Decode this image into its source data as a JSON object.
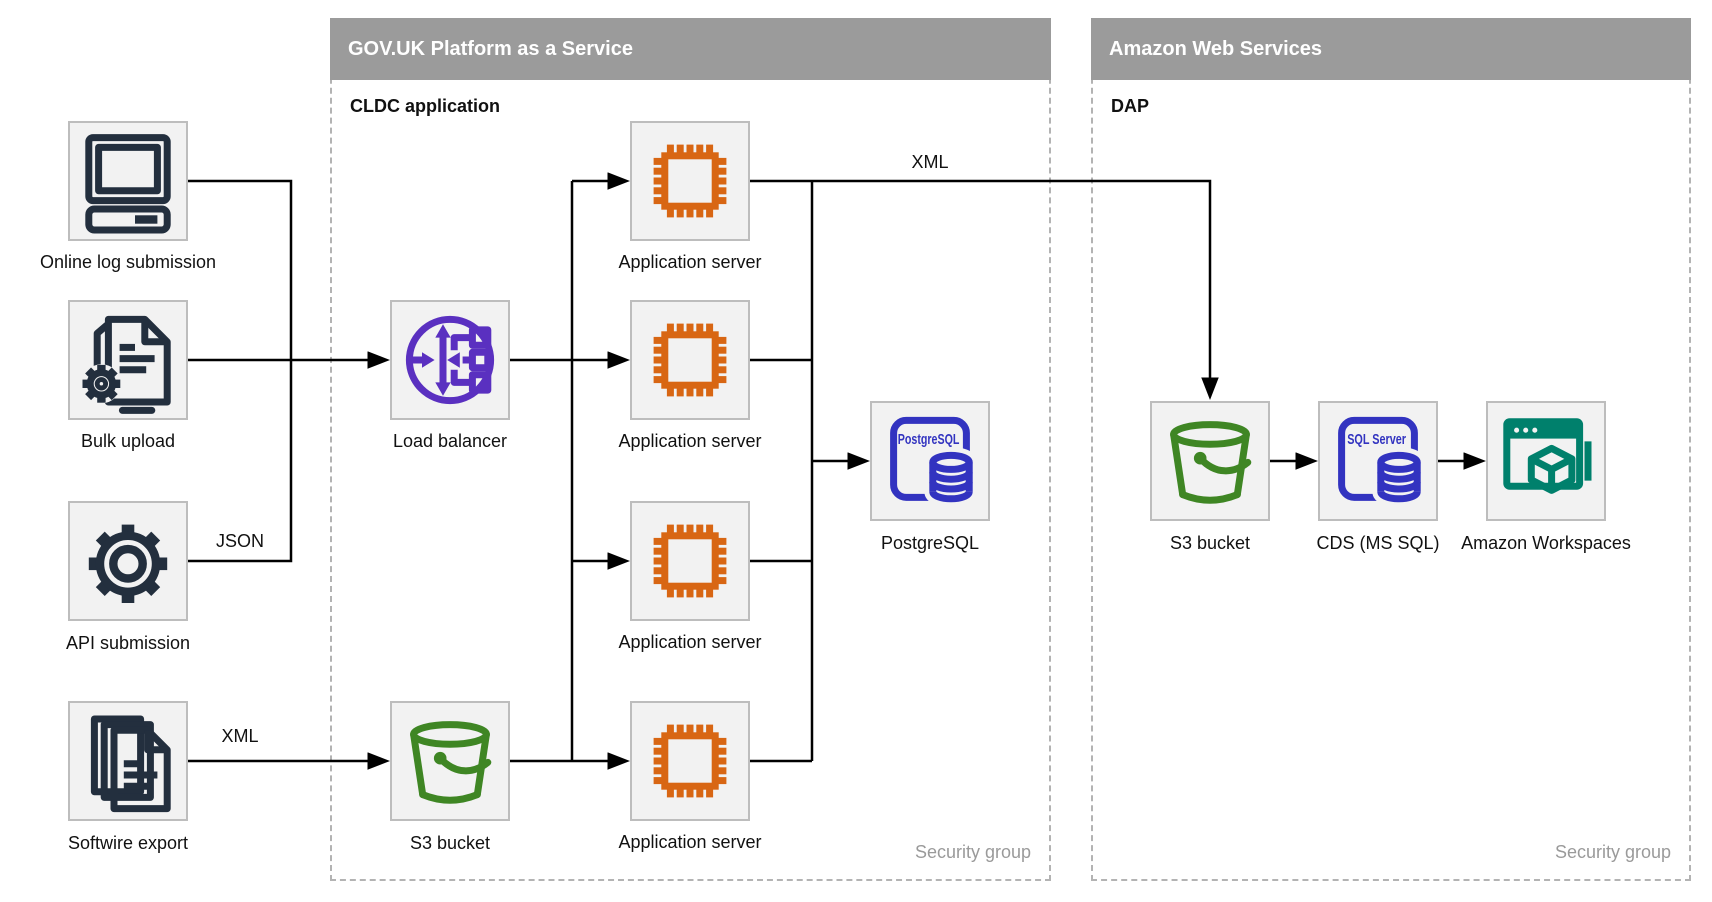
{
  "diagram": {
    "containers": {
      "paas": {
        "title": "GOV.UK Platform as a Service",
        "sublabel": "CLDC application",
        "footer": "Security group"
      },
      "aws": {
        "title": "Amazon Web Services",
        "sublabel": "DAP",
        "footer": "Security group"
      }
    },
    "nodes": {
      "online_log": {
        "label": "Online log submission"
      },
      "bulk_upload": {
        "label": "Bulk upload"
      },
      "api_submission": {
        "label": "API submission"
      },
      "softwire_export": {
        "label": "Softwire export"
      },
      "load_balancer": {
        "label": "Load balancer"
      },
      "s3_gov": {
        "label": "S3 bucket"
      },
      "app_server_1": {
        "label": "Application server"
      },
      "app_server_2": {
        "label": "Application server"
      },
      "app_server_3": {
        "label": "Application server"
      },
      "app_server_4": {
        "label": "Application server"
      },
      "postgresql": {
        "label": "PostgreSQL",
        "icon_text": "PostgreSQL"
      },
      "s3_aws": {
        "label": "S3 bucket"
      },
      "cds": {
        "label": "CDS (MS SQL)",
        "icon_text": "SQL Server"
      },
      "workspaces": {
        "label": "Amazon Workspaces"
      }
    },
    "edge_labels": {
      "json": "JSON",
      "xml_left": "XML",
      "xml_top": "XML"
    },
    "colors": {
      "icon_navy": "#232f3e",
      "icon_orange": "#d86613",
      "icon_purple": "#5a30c0",
      "icon_green": "#3f8624",
      "icon_indigo": "#3233c0",
      "icon_teal": "#00806c",
      "header_bg": "#9b9b9b",
      "header_text": "#ffffff",
      "line": "#000000",
      "node_fill": "#f2f2f2",
      "node_border": "#bdbdbd",
      "container_border": "#b3b3b3",
      "muted_text": "#9a9a9a"
    }
  }
}
